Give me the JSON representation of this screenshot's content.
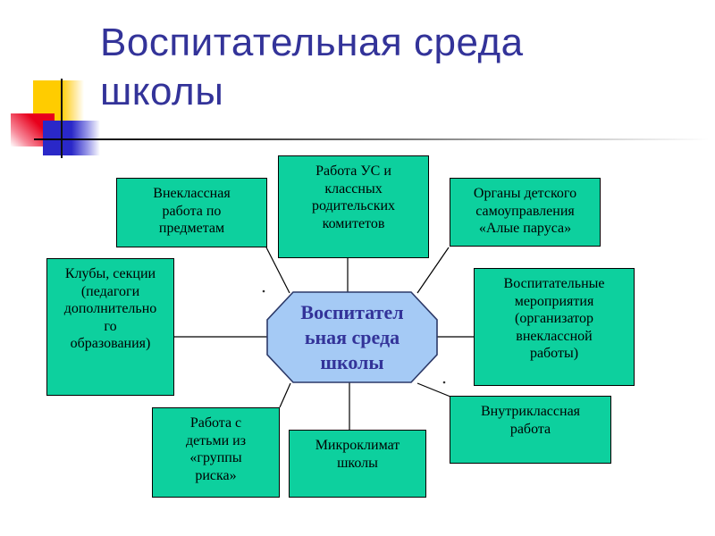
{
  "slide": {
    "title": "Воспитательная среда школы"
  },
  "colors": {
    "title_text": "#333399",
    "node_fill": "#0dd09e",
    "node_border": "#000000",
    "center_fill": "#a5caf5",
    "center_border": "#2c3968",
    "center_text": "#333399",
    "connector": "#000000",
    "accent_yellow": "#ffcc00",
    "accent_red": "#e8001c",
    "accent_blue": "#2a28c8"
  },
  "diagram": {
    "center": {
      "label": "Воспитател\nьная среда\nшколы"
    },
    "nodes": [
      {
        "id": "extracurricular-subjects",
        "label": "Внеклассная\nработа по\nпредметам"
      },
      {
        "id": "school-council-parents-committees",
        "label": "Работа УС и\nклассных\nродительских\nкомитетов"
      },
      {
        "id": "children-self-government",
        "label": "Органы детского\nсамоуправления\n«Алые паруса»"
      },
      {
        "id": "clubs-sections",
        "label": "Клубы, секции\n(педагоги\nдополнительно\nго\nобразования)"
      },
      {
        "id": "educational-events-organizer",
        "label": "Воспитательные\nмероприятия\n(организатор\nвнеклассной\nработы)"
      },
      {
        "id": "risk-group-children",
        "label": "Работа с\nдетьми из\n«группы\nриска»"
      },
      {
        "id": "school-microclimate",
        "label": "Микроклимат\nшколы"
      },
      {
        "id": "in-class-work",
        "label": "Внутриклассная\nработа"
      }
    ]
  }
}
